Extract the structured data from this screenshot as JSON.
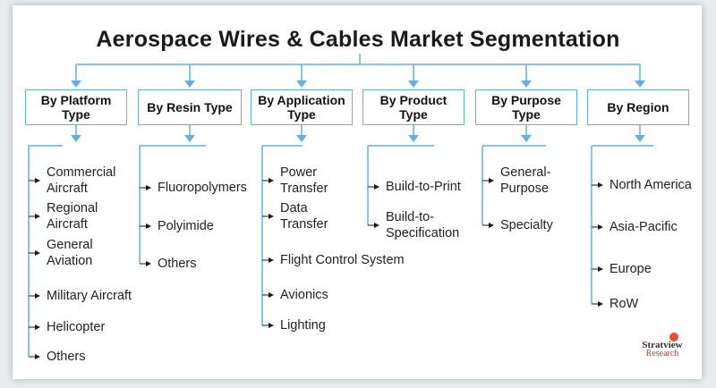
{
  "title": "Aerospace Wires & Cables Market Segmentation",
  "colors": {
    "line": "#5bb4e5",
    "arrow": "#1a1a1a",
    "text": "#222222"
  },
  "categories": [
    {
      "label": "By Platform\nType",
      "items": [
        "Commercial\nAircraft",
        "Regional\nAircraft",
        "General\nAviation",
        "Military Aircraft",
        "Helicopter",
        "Others"
      ]
    },
    {
      "label": "By Resin Type",
      "items": [
        "Fluoropolymers",
        "Polyimide",
        "Others"
      ]
    },
    {
      "label": "By Application\nType",
      "items": [
        "Power\nTransfer",
        "Data\nTransfer",
        "Flight Control System",
        "Avionics",
        "Lighting"
      ]
    },
    {
      "label": "By Product\nType",
      "items": [
        "Build-to-Print",
        "Build-to-\nSpecification"
      ]
    },
    {
      "label": "By Purpose\nType",
      "items": [
        "General-\nPurpose",
        "Specialty"
      ]
    },
    {
      "label": "By Region",
      "items": [
        "North America",
        "Asia-Pacific",
        "Europe",
        "RoW"
      ]
    }
  ],
  "logo": {
    "name": "Stratview",
    "sub": "Research"
  }
}
